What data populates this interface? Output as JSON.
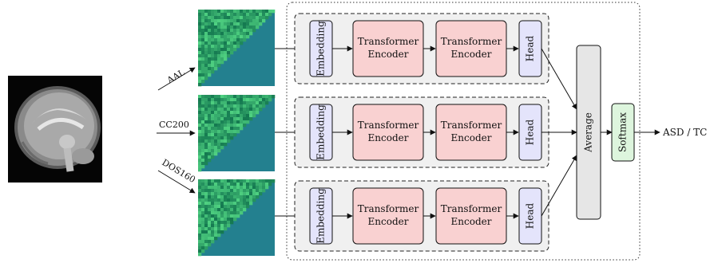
{
  "atlases": [
    "AAL",
    "CC200",
    "DOS160"
  ],
  "stage_labels": {
    "embedding": "Embedding",
    "encoder_line1": "Transformer",
    "encoder_line2": "Encoder",
    "head": "Head",
    "average": "Average",
    "softmax": "Softmax"
  },
  "output_label": "ASD / TC",
  "colors": {
    "embedding_fill": "#e4e4fb",
    "encoder_fill": "#f9d1d1",
    "head_fill": "#e4e4fb",
    "average_fill": "#e6e6e6",
    "softmax_fill": "#ddf5dd",
    "branch_fill": "#f0f0f0",
    "matrix_teal": "#23808f",
    "matrix_base": "#2a8a6e"
  }
}
